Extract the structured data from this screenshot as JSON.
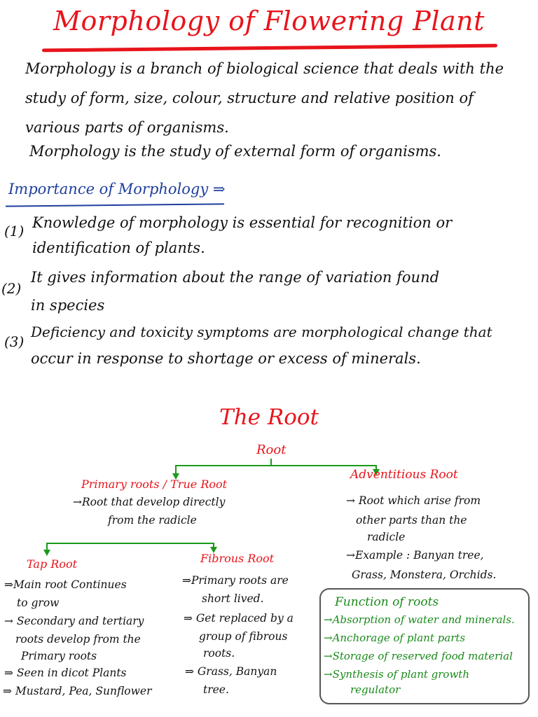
{
  "page": {
    "title": "Morphology of Flowering Plant",
    "intro_lines": [
      "Morphology is a branch of biological science that deals with the",
      "study of form, size, colour, structure and relative position of",
      "various parts of organisms.",
      "Morphology is the study of external form of organisms."
    ]
  },
  "importance": {
    "heading": "Importance of Morphology ⇒",
    "points": [
      {
        "num": "(1)",
        "lines": [
          "Knowledge of morphology is essential for recognition or",
          "identification of plants."
        ]
      },
      {
        "num": "(2)",
        "lines": [
          "It gives information about the range of variation found",
          "in species"
        ]
      },
      {
        "num": "(3)",
        "lines": [
          "Deficiency and toxicity symptoms are morphological change that",
          "occur in response to shortage or excess of minerals."
        ]
      }
    ]
  },
  "root_section": {
    "title": "The Root",
    "root_label": "Root",
    "primary": {
      "label": "Primary roots / True Root",
      "lines": [
        "→Root that develop directly",
        "from the radicle"
      ]
    },
    "adventitious": {
      "label": "Adventitious Root",
      "lines": [
        "→ Root which arise from",
        "other parts than the",
        "radicle",
        "→Example : Banyan tree,",
        "Grass, Monstera, Orchids."
      ]
    },
    "tap": {
      "label": "Tap Root",
      "lines": [
        "⇒Main root Continues",
        "to grow",
        "→ Secondary and tertiary",
        "roots develop from the",
        "Primary roots",
        "⇒ Seen in dicot Plants",
        "⇒ Mustard, Pea, Sunflower"
      ]
    },
    "fibrous": {
      "label": "Fibrous Root",
      "lines": [
        "⇒Primary roots are",
        "short lived.",
        "⇒ Get replaced by a",
        "group of fibrous",
        "roots.",
        "⇒ Grass, Banyan",
        "tree."
      ]
    },
    "functions": {
      "heading": "Function of roots",
      "items": [
        "→Absorption of water and minerals.",
        "→Anchorage of plant parts",
        "→Storage of reserved food material",
        "→Synthesis of plant growth",
        "regulator"
      ]
    }
  },
  "colors": {
    "red": "#e8141b",
    "blue": "#1f3f9e",
    "green": "#1a8a1a"
  }
}
